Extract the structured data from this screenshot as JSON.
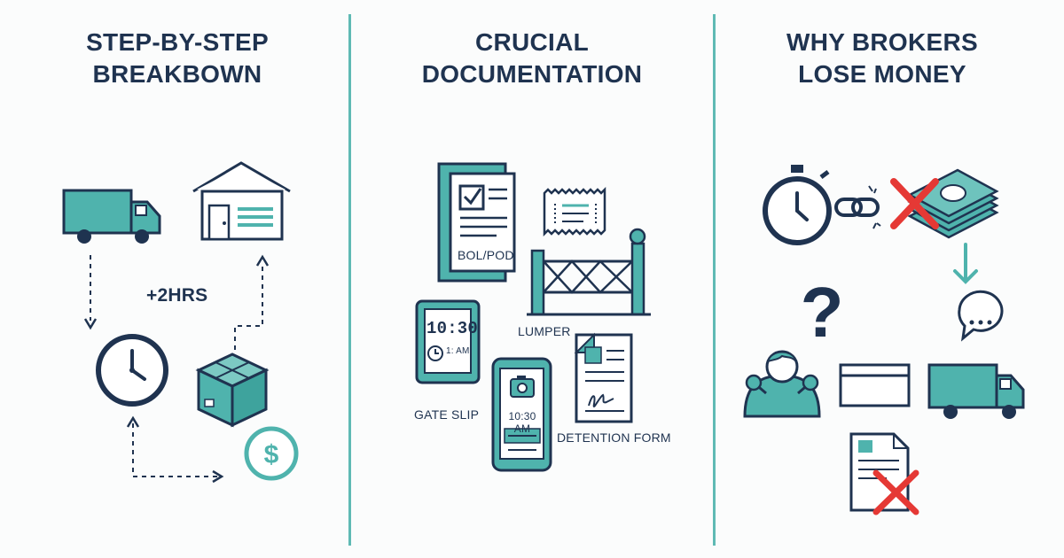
{
  "columns": [
    {
      "title_line1": "STEP-BY-STEP",
      "title_line2": "BREAKBOWN"
    },
    {
      "title_line1": "CRUCIAL",
      "title_line2": "DOCUMENTATION"
    },
    {
      "title_line1": "WHY BROKERS",
      "title_line2": "LOSE MONEY"
    }
  ],
  "breakdown": {
    "delay_label": "+2HRS"
  },
  "documents": {
    "bol_pod": "BOL/POD",
    "lumper": "LUMPER",
    "gate_slip": "GATE SLIP",
    "detention_form": "DETENTION FORM",
    "tablet_time": "10:30",
    "tablet_small": "1: AM",
    "phone_time": "10:30 AM"
  },
  "icons": [
    "truck-icon",
    "warehouse-icon",
    "clock-icon",
    "box-icon",
    "dollar-icon",
    "document-icon",
    "receipt-icon",
    "gate-icon",
    "tablet-icon",
    "phone-icon",
    "form-icon",
    "stopwatch-icon",
    "chain-link-icon",
    "money-stack-icon",
    "question-icon",
    "person-icon",
    "chat-icon",
    "card-icon",
    "x-mark-icon"
  ],
  "colors": {
    "navy": "#1f3350",
    "teal": "#4fb3ad",
    "red": "#e53935",
    "divider": "#5fbab4"
  }
}
